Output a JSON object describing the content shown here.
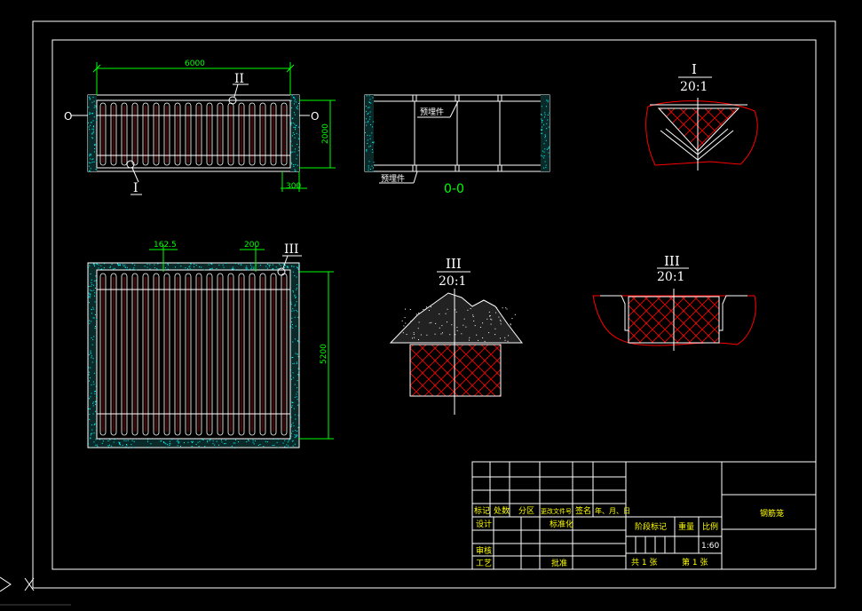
{
  "colors": {
    "background": "#000000",
    "frame": "#ffffff",
    "dimension": "#00ff00",
    "concrete": "#00ffff",
    "hatch": "#ff0000",
    "label_text": "#ffffff",
    "table_text": "#ffff00"
  },
  "plan_top": {
    "dim_width": "6000",
    "dim_height": "2000",
    "dim_small": "300",
    "callout_i": "I",
    "callout_ii": "II",
    "section_mark_left": "O",
    "section_mark_right": "O"
  },
  "section_view": {
    "label_embedded_1": "预埋件",
    "label_embedded_2": "预埋件",
    "title": "0-0"
  },
  "detail_i": {
    "numeral": "I",
    "scale": "20:1"
  },
  "plan_bottom": {
    "dim_left": "162.5",
    "dim_mid": "200",
    "dim_height": "5200",
    "callout_iii": "III"
  },
  "detail_iii_left": {
    "numeral": "III",
    "scale": "20:1"
  },
  "detail_iii_right": {
    "numeral": "III",
    "scale": "20:1"
  },
  "title_block": {
    "rev_headers": [
      "标记",
      "处数",
      "分区",
      "更改文件号",
      "签名",
      "年、月、日"
    ],
    "design": "设计",
    "standardize": "标准化",
    "review": "审核",
    "craft": "工艺",
    "approve": "批准",
    "stage_mark": "阶段标记",
    "weight": "重量",
    "scale": "比例",
    "scale_value": "1:60",
    "sheets_total": "共 1 张",
    "sheet_no": "第 1 张",
    "drawing_name": "钢筋笼"
  }
}
